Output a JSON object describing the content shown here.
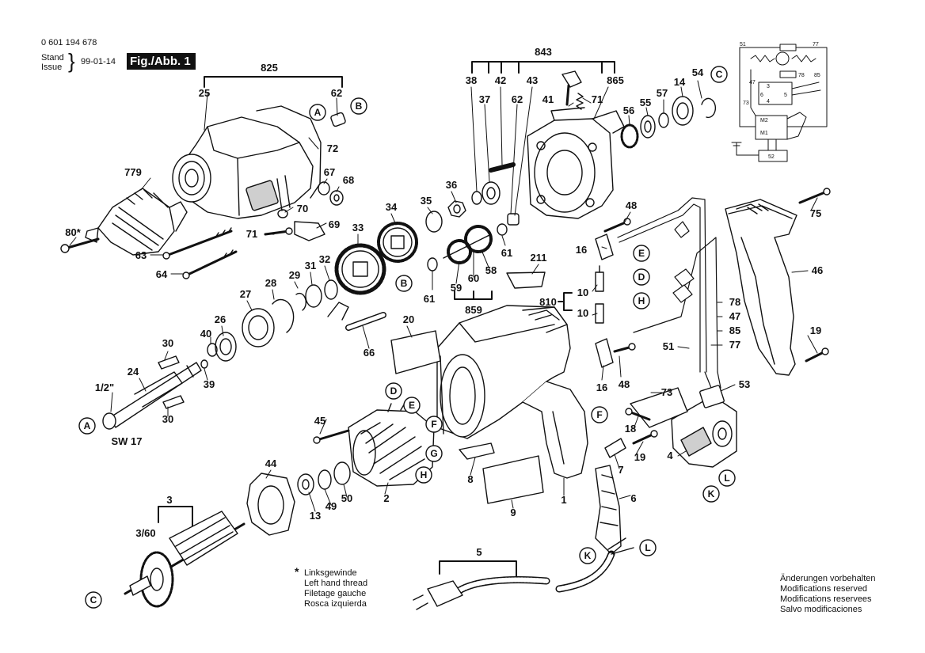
{
  "header": {
    "part_number": "0 601 194 678",
    "stand": "Stand",
    "issue": "Issue",
    "date": "99-01-14",
    "figure_label": "Fig./Abb. 1"
  },
  "footnote": {
    "marker": "*",
    "lines": [
      "Linksgewinde",
      "Left hand thread",
      "Filetage gauche",
      "Rosca izquierda"
    ]
  },
  "modifications": [
    "Änderungen vorbehalten",
    "Modifications reserved",
    "Modifications reservees",
    "Salvo modificaciones"
  ],
  "parts": {
    "p843": "843",
    "p38": "38",
    "p37": "37",
    "p42": "42",
    "p62a": "62",
    "p43": "43",
    "p41": "41",
    "p71a": "71",
    "p865": "865",
    "p825": "825",
    "p25": "25",
    "p62b": "62",
    "p72": "72",
    "p779": "779",
    "p67": "67",
    "p68": "68",
    "p70": "70",
    "p69": "69",
    "p71b": "71",
    "p80": "80*",
    "p63": "63",
    "p64": "64",
    "p36": "36",
    "p35": "35",
    "p34": "34",
    "p33": "33",
    "p61a": "61",
    "p61b": "61",
    "p59": "59",
    "p60": "60",
    "p58": "58",
    "p859": "859",
    "p211": "211",
    "p32": "32",
    "p31": "31",
    "p29": "29",
    "p28": "28",
    "p27": "27",
    "p26": "26",
    "p40": "40",
    "p66": "66",
    "p20": "20",
    "p30a": "30",
    "p30b": "30",
    "p24": "24",
    "p39": "39",
    "p12": "1/2\"",
    "psw": "SW 17",
    "p56": "56",
    "p55": "55",
    "p57": "57",
    "p14": "14",
    "p54": "54",
    "p48a": "48",
    "p48b": "48",
    "p16a": "16",
    "p16b": "16",
    "p10a": "10",
    "p10b": "10",
    "p810": "810",
    "p75": "75",
    "p46": "46",
    "p78": "78",
    "p47": "47",
    "p85": "85",
    "p77": "77",
    "p51": "51",
    "p19a": "19",
    "p19b": "19",
    "p53": "53",
    "p73": "73",
    "p18": "18",
    "p4": "4",
    "p7": "7",
    "p6": "6",
    "p45": "45",
    "p2": "2",
    "p8": "8",
    "p9": "9",
    "p1": "1",
    "p44": "44",
    "p13": "13",
    "p49": "49",
    "p50": "50",
    "p3": "3",
    "p360": "3/60",
    "p5": "5"
  },
  "callouts": {
    "A1": "A",
    "B1": "B",
    "A2": "A",
    "B2": "B",
    "C1": "C",
    "C2": "C",
    "D1": "D",
    "E1": "E",
    "F1": "F",
    "G1": "G",
    "H1": "H",
    "D2": "D",
    "E2": "E",
    "F2": "F",
    "H2": "H",
    "K1": "K",
    "L1": "L",
    "K2": "K",
    "L2": "L"
  },
  "schematic": {
    "t51": "51",
    "t77": "77",
    "t78": "78",
    "t85": "85",
    "t47": "47",
    "t3": "3",
    "t6": "6",
    "t5": "5",
    "t4": "4",
    "t73": "73",
    "tM2": "M2",
    "tM1": "M1",
    "t52": "52"
  },
  "colors": {
    "ink": "#111111",
    "paper": "#ffffff",
    "shade": "#cfcfcf"
  }
}
